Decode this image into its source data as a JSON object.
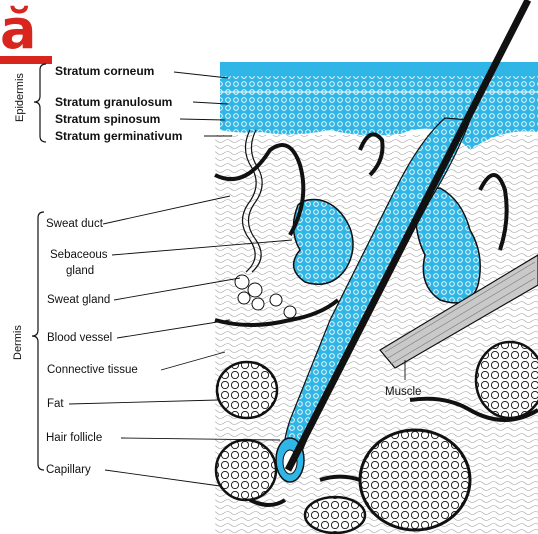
{
  "logo": {
    "letter": "ă"
  },
  "colors": {
    "tissue": "#30b6e6",
    "ink": "#111111",
    "logo": "#d8261f"
  },
  "sections": {
    "epidermis": "Epidermis",
    "dermis": "Dermis"
  },
  "labels": {
    "stratum_corneum": "Stratum corneum",
    "stratum_granulosum": "Stratum granulosum",
    "stratum_spinosum": "Stratum spinosum",
    "stratum_germinativum": "Stratum germinativum",
    "sweat_duct": "Sweat duct",
    "sebaceous_gland_1": "Sebaceous",
    "sebaceous_gland_2": "gland",
    "sweat_gland": "Sweat gland",
    "blood_vessel": "Blood vessel",
    "connective_tissue": "Connective tissue",
    "fat": "Fat",
    "hair_follicle": "Hair follicle",
    "capillary": "Capillary",
    "muscle": "Muscle"
  }
}
